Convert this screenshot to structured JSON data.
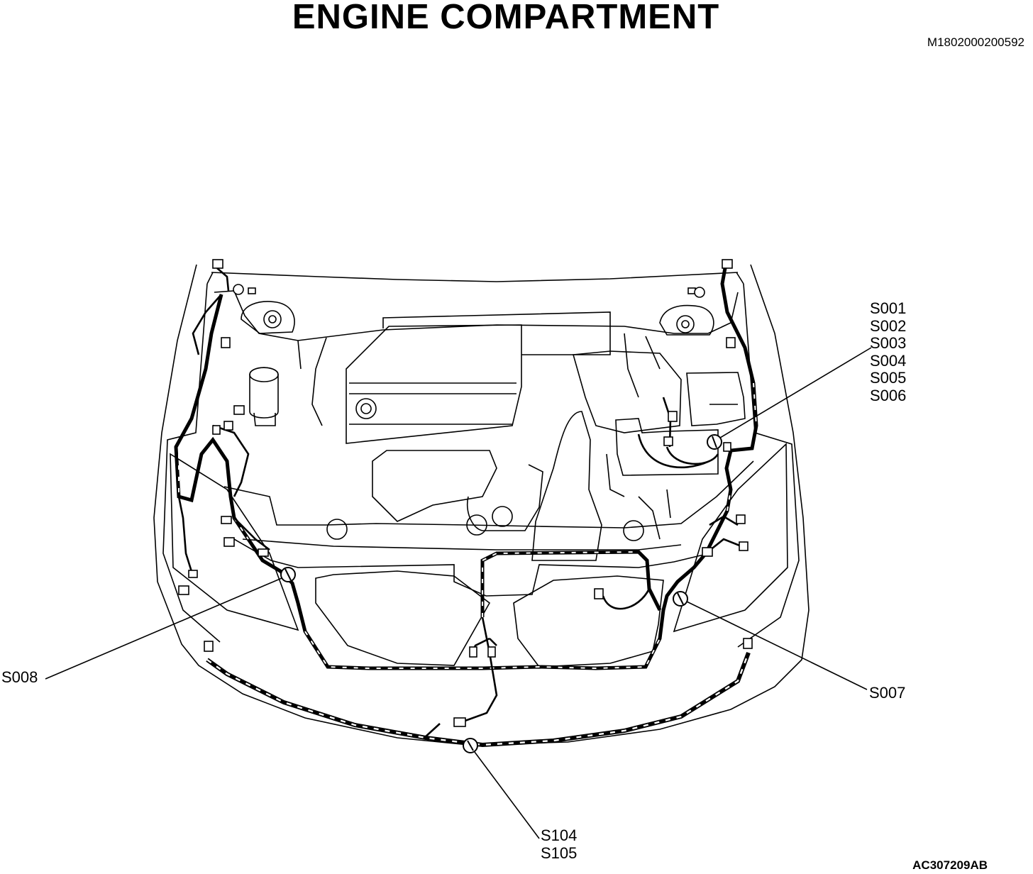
{
  "title": "ENGINE COMPARTMENT",
  "reference_top": "M1802000200592",
  "reference_bottom": "AC307209AB",
  "callouts": {
    "upper_right": [
      "S001",
      "S002",
      "S003",
      "S004",
      "S005",
      "S006"
    ],
    "left": [
      "S008"
    ],
    "right": [
      "S007"
    ],
    "bottom": [
      "S104",
      "S105"
    ]
  }
}
